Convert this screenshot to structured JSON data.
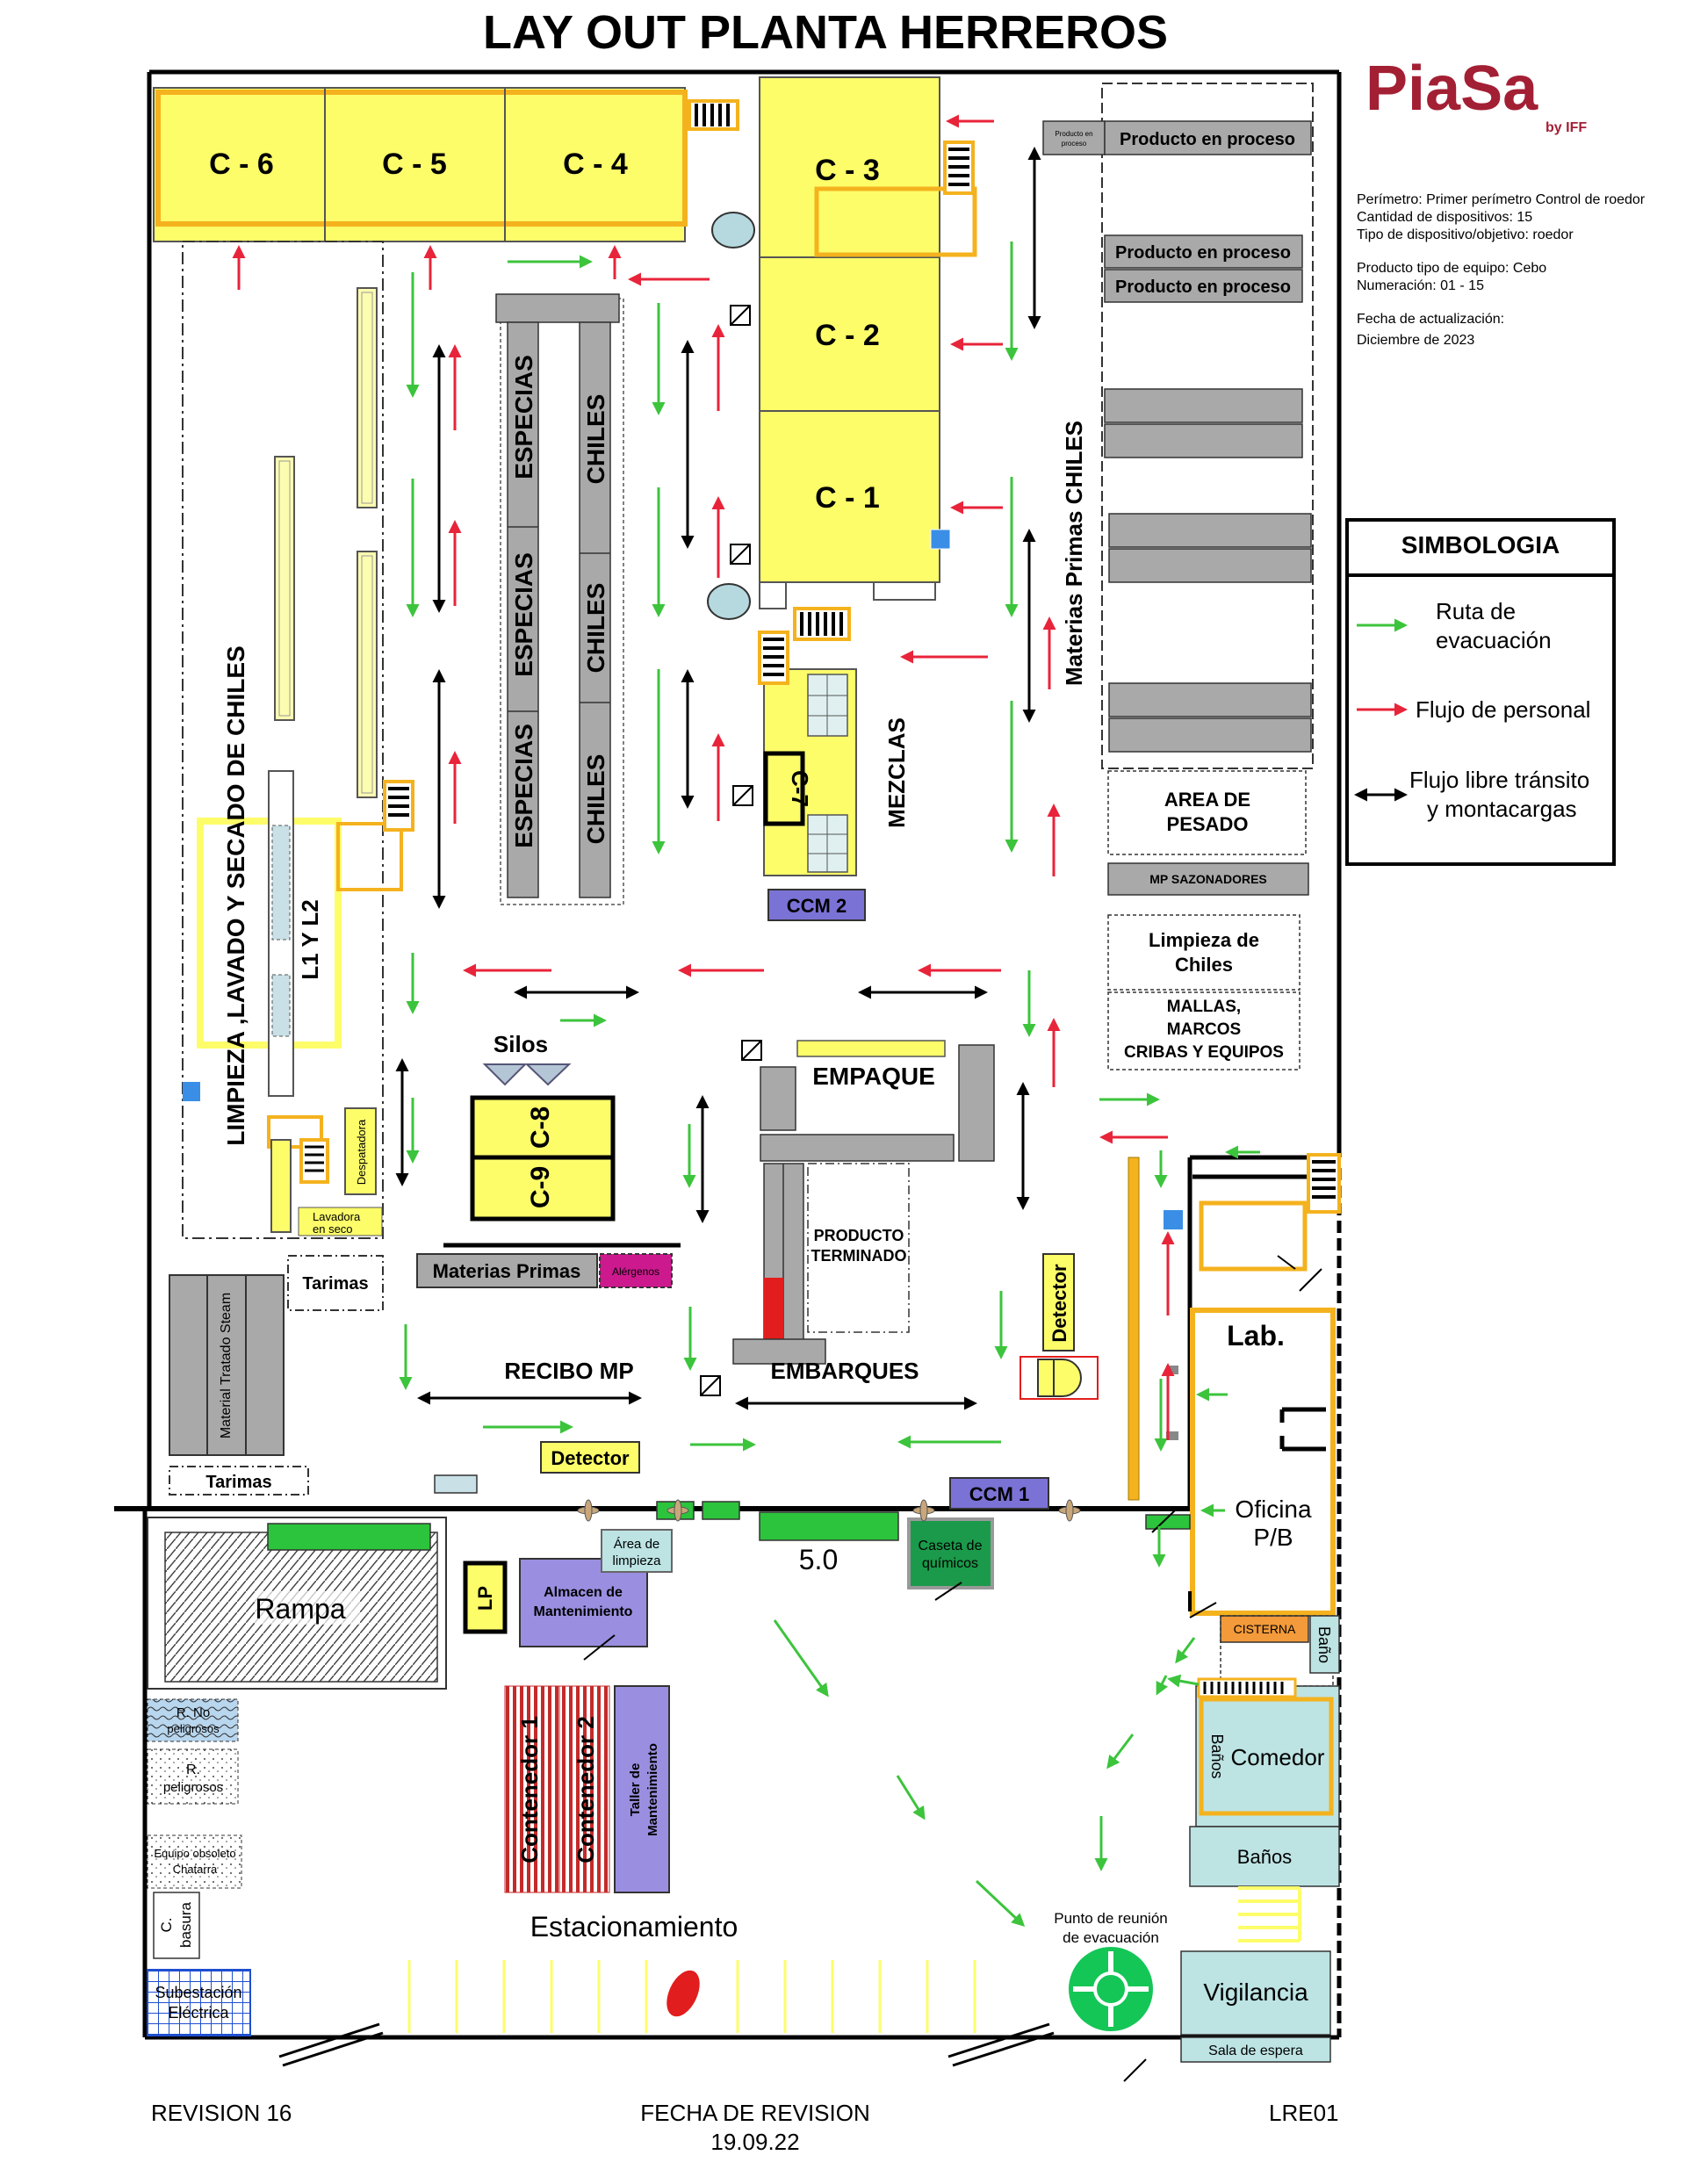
{
  "title": "LAY OUT PLANTA HERREROS",
  "logo": {
    "brand": "PiaSa",
    "sub": "by IFF",
    "color": "#a31f34"
  },
  "info": {
    "perimetro": "Perímetro: Primer perímetro Control de roedor",
    "cantidad": "Cantidad de dispositivos:  15",
    "tipo": "Tipo de dispositivo/objetivo: roedor",
    "producto": "Producto tipo de equipo: Cebo",
    "numeracion": "Numeración: 01 - 15",
    "fecha_label": "Fecha de actualización:",
    "fecha_value": "Diciembre de 2023"
  },
  "legend": {
    "title": "SIMBOLOGIA",
    "evac": "Ruta de evacuación",
    "personal": "Flujo de personal",
    "libre": "Flujo libre tránsito y montacargas",
    "evac_color": "#3cc43c",
    "personal_color": "#e8243a"
  },
  "rooms": {
    "c6": "C - 6",
    "c5": "C - 5",
    "c4": "C - 4",
    "c3": "C - 3",
    "c2": "C - 2",
    "c1": "C - 1",
    "c7": "C-7",
    "c8": "C-8",
    "c9": "C-9",
    "ccm1": "CCM 1",
    "ccm2": "CCM 2",
    "especias": "ESPECIAS",
    "chiles": "CHILES",
    "mezclas": "MEZCLAS",
    "mp_chiles": "Materias Primas CHILES",
    "producto_proceso": "Producto en proceso",
    "producto_proceso_small": "Producto en proceso",
    "area_pesado": "AREA DE PESADO",
    "mp_sazonadores": "MP SAZONADORES",
    "limpieza_chiles": "Limpieza de Chiles",
    "mallas": "MALLAS, MARCOS CRIBAS Y EQUIPOS",
    "limpieza_lavado": "LIMPIEZA ,LAVADO Y SECADO DE CHILES",
    "l1l2": "L1 Y L2",
    "silos": "Silos",
    "empaque": "EMPAQUE",
    "producto_terminado": "PRODUCTO TERMINADO",
    "embarques": "EMBARQUES",
    "recibo_mp": "RECIBO MP",
    "materias_primas": "Materias Primas",
    "alergenos": "Alérgenos",
    "detector": "Detector",
    "tarimas": "Tarimas",
    "material_tratado": "Material Tratado Steam",
    "despatadora": "Despatadora",
    "lavadora": "Lavadora en seco",
    "lab": "Lab.",
    "oficina": "Oficina P/B",
    "cisterna": "CISTERNA",
    "bano": "Baño",
    "comedor": "Comedor",
    "banos": "Baños",
    "vigilancia": "Vigilancia",
    "sala_espera": "Sala de espera",
    "rampa": "Rampa",
    "lp": "LP",
    "almacen": "Almacen de Mantenimiento",
    "area_limpieza": "Área de limpieza",
    "caseta": "Caseta de químicos",
    "contenedor1": "Contenedor 1",
    "contenedor2": "Contenedor 2",
    "taller": "Taller de Mantenimiento",
    "estacionamiento": "Estacionamiento",
    "punto_reunion": "Punto de reunión de evacuación",
    "r_no_peligrosos": "R. No peligrosos",
    "r_peligrosos": "R. peligrosos",
    "equipo_obsoleto": "Equipo obsoleto Chatarra",
    "basura": "C. basura",
    "subestacion": "Subestación Eléctrica",
    "gate_value": "5.0"
  },
  "footer": {
    "revision": "REVISION 16",
    "fecha_label": "FECHA DE REVISION",
    "fecha_value": "19.09.22",
    "code": "LRE01"
  }
}
